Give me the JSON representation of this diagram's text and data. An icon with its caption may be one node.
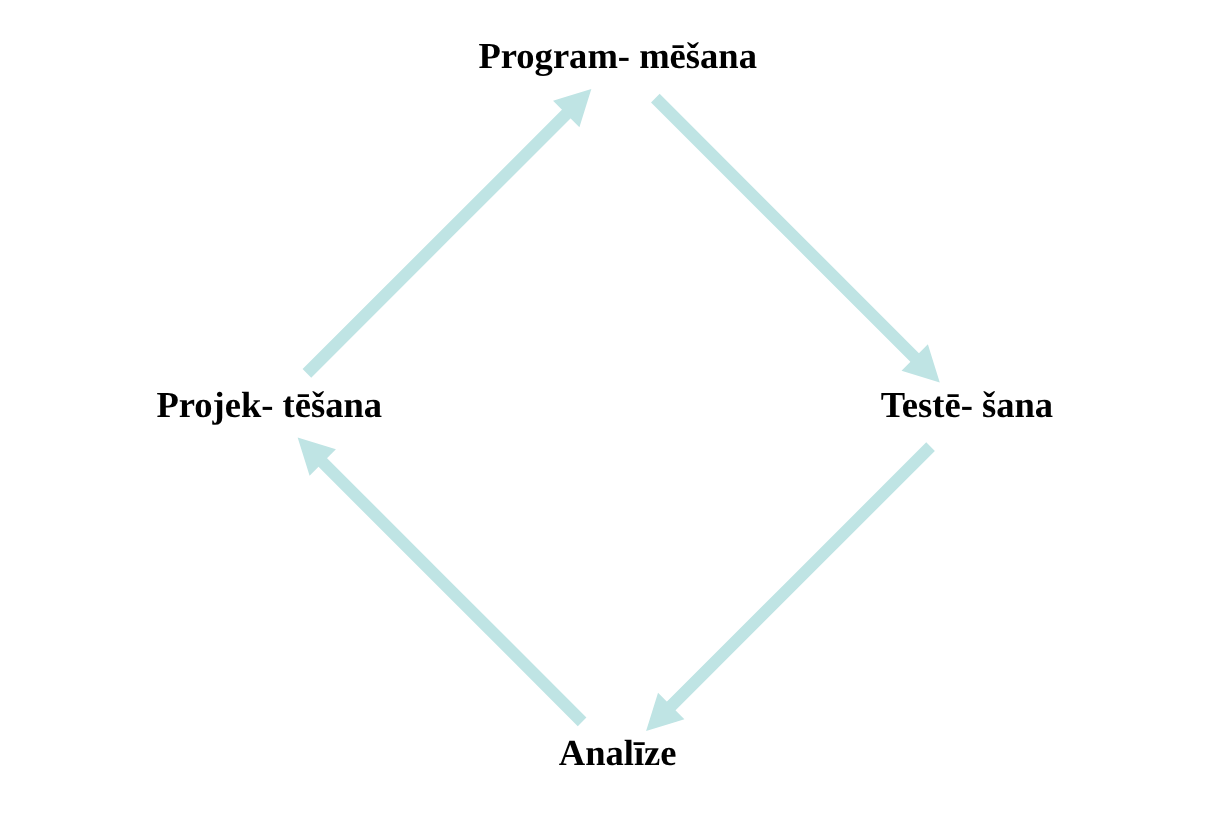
{
  "diagram": {
    "nodes": [
      {
        "text": [
          "Analīze"
        ]
      },
      {
        "text": [
          "Projek- tēšana"
        ]
      },
      {
        "text": [
          "Program- mēšana"
        ]
      },
      {
        "text": [
          "Testē- šana"
        ]
      }
    ],
    "edges": [
      {
        "from": 0,
        "to": 1,
        "arrow": "to",
        "color": "#bfe4e4"
      },
      {
        "from": 1,
        "to": 2,
        "arrow": "to",
        "color": "#bfe4e4"
      },
      {
        "from": 2,
        "to": 3,
        "arrow": "to",
        "color": "#bfe4e4"
      },
      {
        "from": 3,
        "to": 0,
        "arrow": "to",
        "color": "#bfe4e4"
      }
    ]
  }
}
